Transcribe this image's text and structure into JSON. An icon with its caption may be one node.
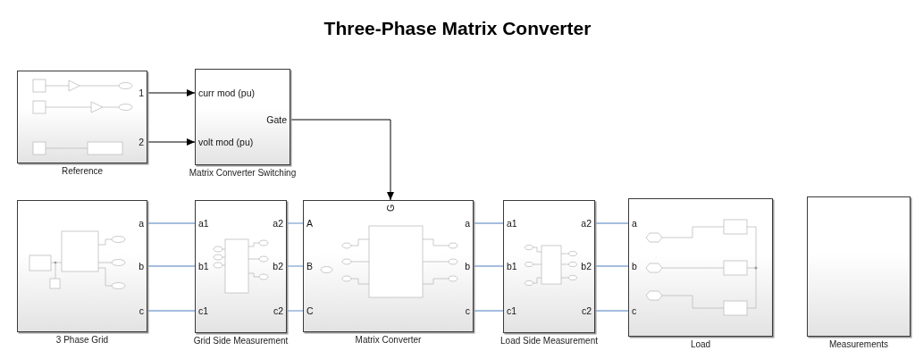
{
  "diagram": {
    "title": "Three-Phase Matrix Converter",
    "nodes": [
      {
        "text": [
          "1",
          "2",
          "Reference"
        ]
      },
      {
        "text": [
          "curr mod (pu)",
          "Gate",
          "volt mod (pu)",
          "Matrix Converter Switching"
        ]
      },
      {
        "text": [
          "a",
          "b",
          "c",
          "3 Phase Grid"
        ]
      },
      {
        "text": [
          "a1",
          "a2",
          "b1",
          "b2",
          "c1",
          "c2",
          "Grid Side Measurement"
        ]
      },
      {
        "text": [
          "G",
          "A",
          "a",
          "B",
          "b",
          "C",
          "c",
          "Matrix Converter"
        ]
      },
      {
        "text": [
          "a1",
          "a2",
          "b1",
          "b2",
          "c1",
          "c2",
          "Load Side Measurement"
        ]
      },
      {
        "text": [
          "a",
          "b",
          "c",
          "Load"
        ]
      },
      {
        "text": [
          "Measurements"
        ]
      }
    ],
    "edges": [
      {
        "from": 0,
        "to": 1,
        "arrow": "to",
        "color": "#000000"
      },
      {
        "from": 0,
        "to": 1,
        "arrow": "to",
        "color": "#000000"
      },
      {
        "from": 1,
        "to": 4,
        "arrow": "to",
        "color": "#000000"
      },
      {
        "from": 2,
        "to": 3,
        "arrow": "none"
      },
      {
        "from": 2,
        "to": 3,
        "arrow": "none"
      },
      {
        "from": 2,
        "to": 3,
        "arrow": "none"
      },
      {
        "from": 3,
        "to": 4,
        "arrow": "none"
      },
      {
        "from": 3,
        "to": 4,
        "arrow": "none"
      },
      {
        "from": 3,
        "to": 4,
        "arrow": "none"
      },
      {
        "from": 4,
        "to": 5,
        "arrow": "none"
      },
      {
        "from": 4,
        "to": 5,
        "arrow": "none"
      },
      {
        "from": 4,
        "to": 5,
        "arrow": "none"
      },
      {
        "from": 5,
        "to": 6,
        "arrow": "none"
      },
      {
        "from": 5,
        "to": 6,
        "arrow": "none"
      },
      {
        "from": 5,
        "to": 6,
        "arrow": "none"
      }
    ]
  }
}
